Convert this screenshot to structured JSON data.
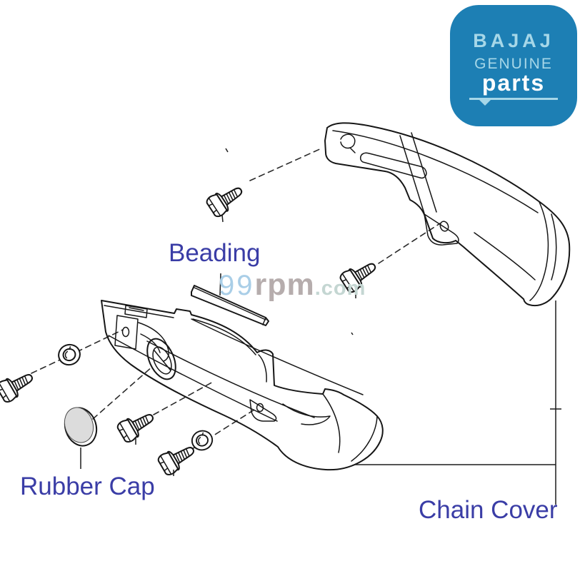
{
  "colors": {
    "label": "#3a3da6",
    "line_art": "#161616",
    "logo_bg": "#1d7fb4",
    "logo_text_light": "#a6d7e8",
    "logo_text_white": "#ffffff",
    "watermark_99": "#a9cee7",
    "watermark_rpm": "#b6adad",
    "watermark_com": "#c4d6d2",
    "rubber_cap_fill": "#dcdcdc"
  },
  "logo": {
    "brand": "BAJAJ",
    "line1": "GENUINE",
    "line2": "parts"
  },
  "watermark": {
    "part1": "99",
    "part2": "rpm",
    "part3": ".com"
  },
  "labels": {
    "beading": "Beading",
    "rubber_cap": "Rubber Cap",
    "chain_cover": "Chain Cover"
  }
}
